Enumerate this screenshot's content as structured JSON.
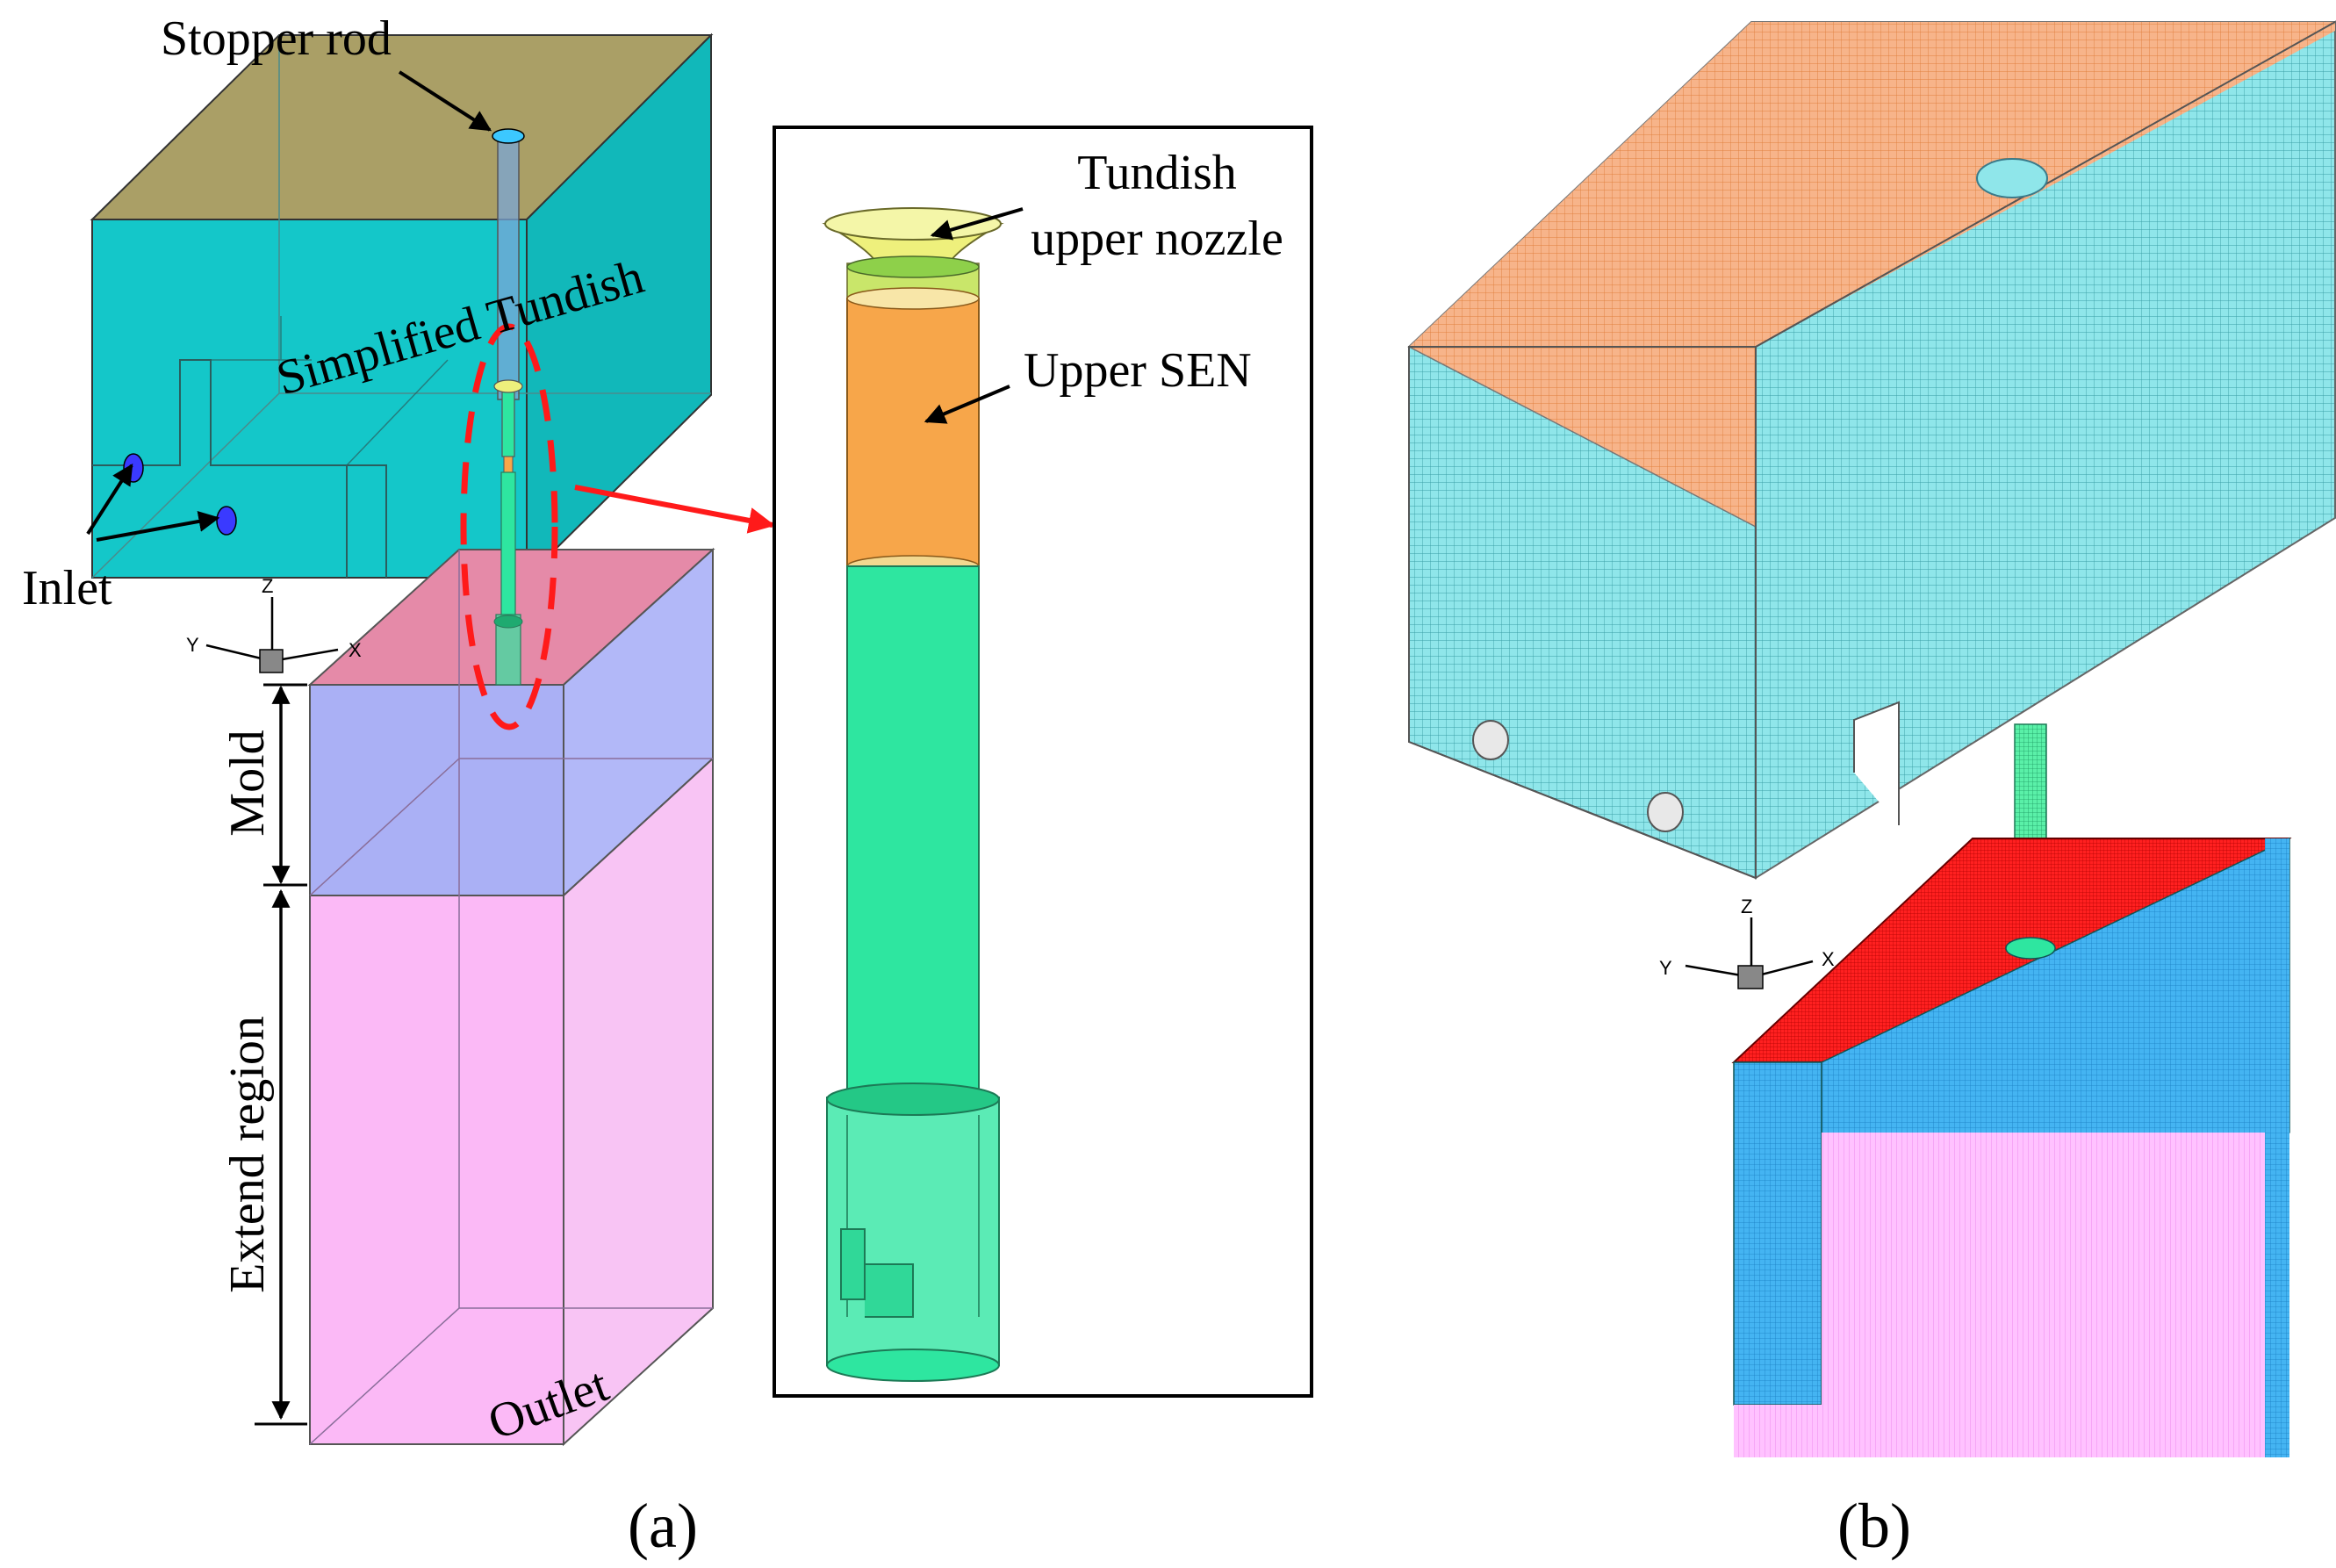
{
  "labels": {
    "stopper_rod": "Stopper rod",
    "simplified_tundish": "Simplified Tundish",
    "inlet": "Inlet",
    "mold": "Mold",
    "extend_region": "Extend region",
    "outlet": "Outlet",
    "tundish_upper_nozzle_1": "Tundish",
    "tundish_upper_nozzle_2": "upper nozzle",
    "upper_sen": "Upper SEN",
    "panel_a": "(a)",
    "panel_b": "(b)"
  },
  "axes": {
    "x": "X",
    "y": "Y",
    "z": "Z"
  },
  "colors": {
    "tundish_side": "#14c7c9",
    "tundish_top": "#a59a5e",
    "tundish_inlet": "#3a3aff",
    "nozzle_green": "#2ee6a0",
    "sen_orange": "#f7a64a",
    "upper_nozzle_yellow": "#eef07c",
    "mold_blue": "#aab0f5",
    "mold_top_red": "#e58aa8",
    "extend_pink": "#fbb9f6",
    "callout_red": "#ff1a1a",
    "mesh_top": "#f7b48a",
    "mesh_side": "#8fe6ea",
    "mesh_mold_top": "#ff1010",
    "mesh_mold_blue": "#2aa8f0",
    "mesh_mold_pink": "#ffb0ff"
  }
}
